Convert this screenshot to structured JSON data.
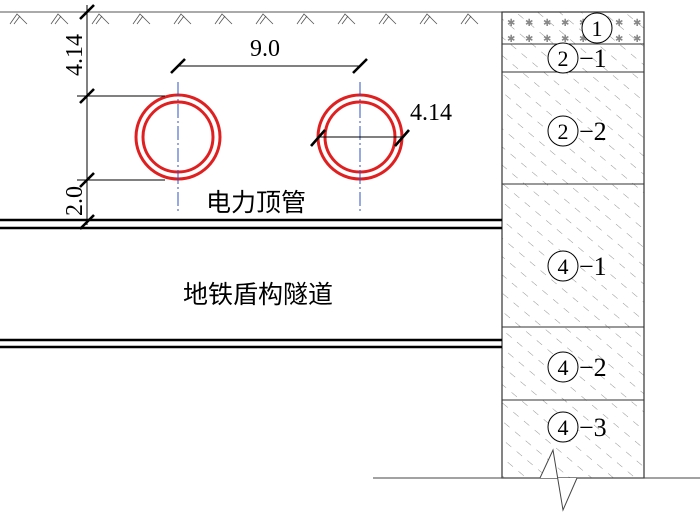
{
  "dimensions": {
    "cover_depth": "4.14",
    "pipe_spacing": "9.0",
    "pipe_diameter": "4.14",
    "clearance": "2.0"
  },
  "labels": {
    "pipe": "电力顶管",
    "tunnel": "地铁盾构隧道"
  },
  "strata": [
    {
      "circle": "1",
      "suffix": ""
    },
    {
      "circle": "2",
      "suffix": "−1"
    },
    {
      "circle": "2",
      "suffix": "−2"
    },
    {
      "circle": "4",
      "suffix": "−1"
    },
    {
      "circle": "4",
      "suffix": "−2"
    },
    {
      "circle": "4",
      "suffix": "−3"
    }
  ],
  "colors": {
    "pipe": "#e02020",
    "axis": "#3050c0",
    "line": "#000000"
  }
}
